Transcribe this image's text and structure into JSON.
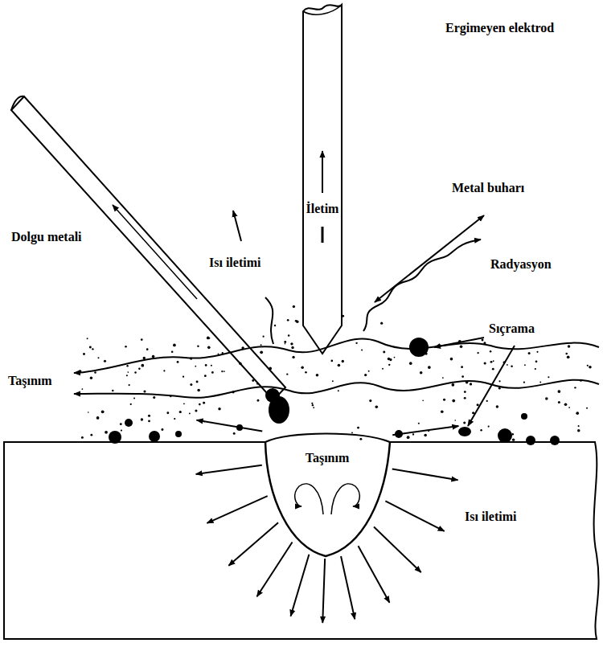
{
  "diagram": {
    "labels": [
      "Ergimeyen elektrod",
      "İletim",
      "Metal buharı",
      "Dolgu metali",
      "Isı iletimi",
      "Radyasyon",
      "Sıçrama",
      "Taşınım",
      "Taşınım",
      "Isı iletimi"
    ]
  }
}
